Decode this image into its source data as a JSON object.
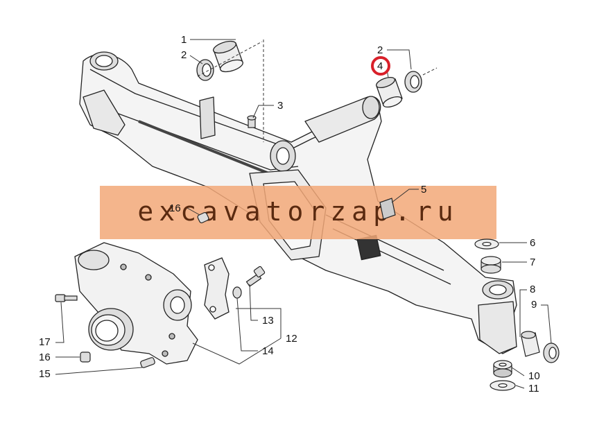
{
  "watermark": {
    "text": "excavatorzap.ru",
    "band_color": "#f2a878"
  },
  "highlight_color": "#d9202a",
  "callouts": [
    {
      "id": "c1",
      "text": "1"
    },
    {
      "id": "c2a",
      "text": "2"
    },
    {
      "id": "c2b",
      "text": "2"
    },
    {
      "id": "c3",
      "text": "3"
    },
    {
      "id": "c4",
      "text": "4"
    },
    {
      "id": "c5",
      "text": "5"
    },
    {
      "id": "c6",
      "text": "6"
    },
    {
      "id": "c7",
      "text": "7"
    },
    {
      "id": "c8",
      "text": "8"
    },
    {
      "id": "c9",
      "text": "9"
    },
    {
      "id": "c10",
      "text": "10"
    },
    {
      "id": "c11",
      "text": "11"
    },
    {
      "id": "c12",
      "text": "12"
    },
    {
      "id": "c13",
      "text": "13"
    },
    {
      "id": "c14",
      "text": "14"
    },
    {
      "id": "c15",
      "text": "15"
    },
    {
      "id": "c16a",
      "text": "16"
    },
    {
      "id": "c16b",
      "text": "16"
    },
    {
      "id": "c17",
      "text": "17"
    }
  ]
}
